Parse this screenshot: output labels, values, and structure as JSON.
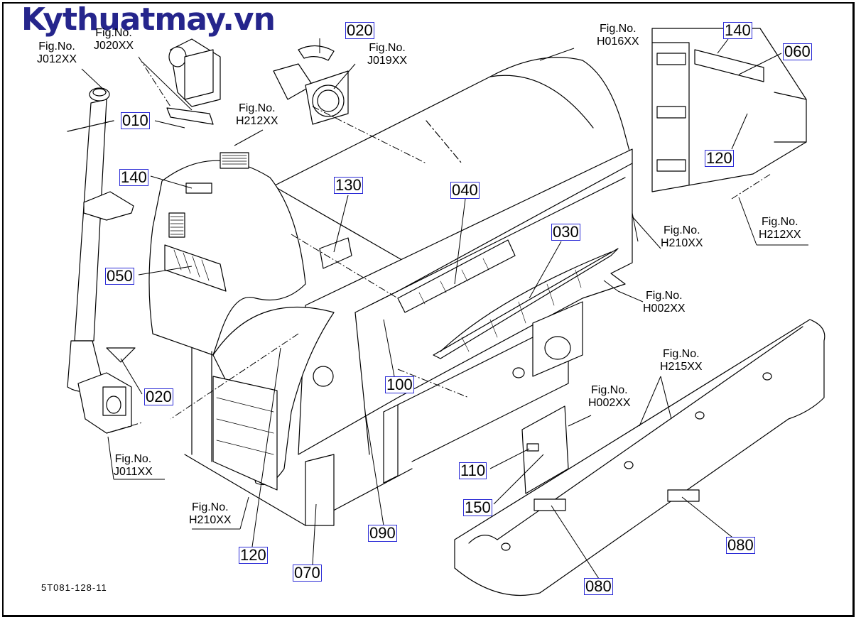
{
  "watermark": "Kythuatmay.vn",
  "drawing_code": "5T081-128-11",
  "fig_refs": [
    {
      "id": "j012",
      "label": "Fig.No.",
      "code": "J012XX"
    },
    {
      "id": "j020",
      "label": "Fig.No.",
      "code": "J020XX"
    },
    {
      "id": "j019",
      "label": "Fig.No.",
      "code": "J019XX"
    },
    {
      "id": "h016",
      "label": "Fig.No.",
      "code": "H016XX"
    },
    {
      "id": "h212a",
      "label": "Fig.No.",
      "code": "H212XX"
    },
    {
      "id": "h212b",
      "label": "Fig.No.",
      "code": "H212XX"
    },
    {
      "id": "h210a",
      "label": "Fig.No.",
      "code": "H210XX"
    },
    {
      "id": "h002a",
      "label": "Fig.No.",
      "code": "H002XX"
    },
    {
      "id": "h215",
      "label": "Fig.No.",
      "code": "H215XX"
    },
    {
      "id": "h002b",
      "label": "Fig.No.",
      "code": "H002XX"
    },
    {
      "id": "j011",
      "label": "Fig.No.",
      "code": "J011XX"
    },
    {
      "id": "h210b",
      "label": "Fig.No.",
      "code": "H210XX"
    }
  ],
  "callouts": [
    {
      "id": "c020a",
      "text": "020"
    },
    {
      "id": "c010",
      "text": "010"
    },
    {
      "id": "c140a",
      "text": "140"
    },
    {
      "id": "c050",
      "text": "050"
    },
    {
      "id": "c020b",
      "text": "020"
    },
    {
      "id": "c130",
      "text": "130"
    },
    {
      "id": "c040",
      "text": "040"
    },
    {
      "id": "c030",
      "text": "030"
    },
    {
      "id": "c100",
      "text": "100"
    },
    {
      "id": "c110",
      "text": "110"
    },
    {
      "id": "c150",
      "text": "150"
    },
    {
      "id": "c090",
      "text": "090"
    },
    {
      "id": "c120a",
      "text": "120"
    },
    {
      "id": "c070",
      "text": "070"
    },
    {
      "id": "c140b",
      "text": "140"
    },
    {
      "id": "c060",
      "text": "060"
    },
    {
      "id": "c120b",
      "text": "120"
    },
    {
      "id": "c080a",
      "text": "080"
    },
    {
      "id": "c080b",
      "text": "080"
    }
  ]
}
